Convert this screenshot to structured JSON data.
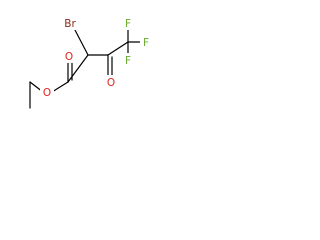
{
  "atoms": {
    "br": {
      "symbol": "Br",
      "color": "#8b2a18"
    },
    "o_ketone": {
      "symbol": "O",
      "color": "#e2211c"
    },
    "o_carbonyl": {
      "symbol": "O",
      "color": "#e2211c"
    },
    "o_ester": {
      "symbol": "O",
      "color": "#e2211c"
    },
    "f_top": {
      "symbol": "F",
      "color": "#6aaa2e"
    },
    "f_right": {
      "symbol": "F",
      "color": "#6aaa2e"
    },
    "f_bottom": {
      "symbol": "F",
      "color": "#6aaa2e"
    }
  }
}
